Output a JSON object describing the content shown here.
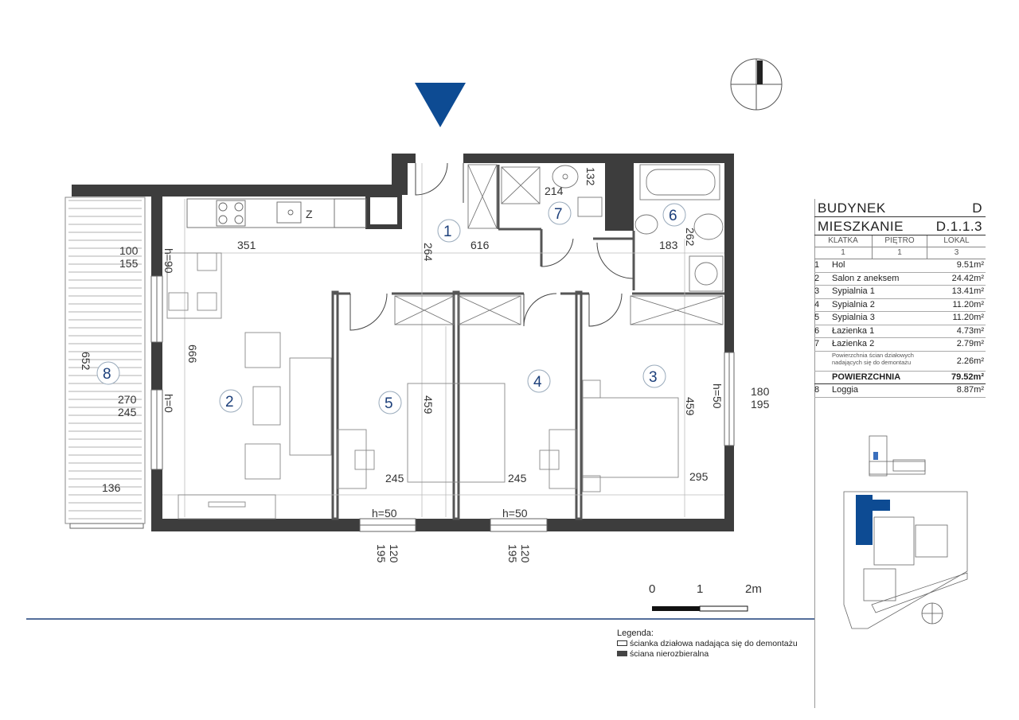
{
  "plan": {
    "rooms": [
      {
        "number": "1"
      },
      {
        "number": "2"
      },
      {
        "number": "3"
      },
      {
        "number": "4"
      },
      {
        "number": "5"
      },
      {
        "number": "6"
      },
      {
        "number": "7"
      },
      {
        "number": "8"
      }
    ],
    "dimensions": {
      "hall_264": "264",
      "hall_616": "616",
      "salon_351": "351",
      "salon_666": "666",
      "bath7_214": "214",
      "bath7_132": "132",
      "bath6_183": "183",
      "bath6_262": "262",
      "loggia_100": "100",
      "loggia_155": "155",
      "loggia_652": "652",
      "loggia_270": "270",
      "loggia_245": "245",
      "loggia_136": "136",
      "room5_459": "459",
      "room5_245": "245",
      "room4_245": "245",
      "room3_459": "459",
      "room3_295": "295",
      "win_180": "180",
      "win_195": "195",
      "bottom_120a": "120",
      "bottom_195a": "195",
      "bottom_120b": "120",
      "bottom_195b": "195"
    },
    "heights": {
      "h90": "h=90",
      "h0": "h=0",
      "h50_right": "h=50",
      "h50_a": "h=50",
      "h50_b": "h=50"
    },
    "kitchen_mark": "Z"
  },
  "info": {
    "building_label": "BUDYNEK",
    "building_value": "D",
    "apartment_label": "MIESZKANIE",
    "apartment_value": "D.1.1.3",
    "columns": [
      "KLATKA",
      "PIĘTRO",
      "LOKAL"
    ],
    "column_values": [
      "1",
      "1",
      "3"
    ],
    "rooms": [
      {
        "num": "1",
        "name": "Hol",
        "area": "9.51m²"
      },
      {
        "num": "2",
        "name": "Salon z aneksem",
        "area": "24.42m²"
      },
      {
        "num": "3",
        "name": "Sypialnia 1",
        "area": "13.41m²"
      },
      {
        "num": "4",
        "name": "Sypialnia 2",
        "area": "11.20m²"
      },
      {
        "num": "5",
        "name": "Sypialnia 3",
        "area": "11.20m²"
      },
      {
        "num": "6",
        "name": "Łazienka 1",
        "area": "4.73m²"
      },
      {
        "num": "7",
        "name": "Łazienka 2",
        "area": "2.79m²"
      }
    ],
    "walls_note": "Powierzchnia ścian działowych nadających się do demontażu",
    "walls_area": "2.26m²",
    "total_label": "POWIERZCHNIA",
    "total_value": "79.52m²",
    "loggia_num": "8",
    "loggia_name": "Loggia",
    "loggia_area": "8.87m²"
  },
  "scale": {
    "l0": "0",
    "l1": "1",
    "l2": "2m"
  },
  "legend": {
    "title": "Legenda:",
    "item1": "ścianka działowa nadająca się do demontażu",
    "item2": "ściana nierozbieralna"
  },
  "colors": {
    "accent": "#0d4b93",
    "wall": "#3d3d3d"
  },
  "icons": [
    "entrance-arrow-icon",
    "compass-icon"
  ]
}
